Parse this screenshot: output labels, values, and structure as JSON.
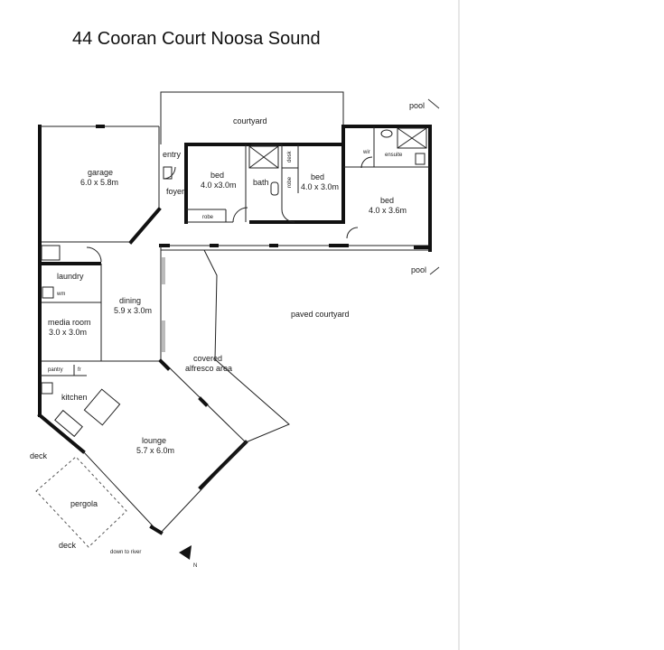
{
  "title": "44 Cooran Court  Noosa Sound",
  "compass": "N",
  "rooms": {
    "courtyard": "courtyard",
    "entry": "entry",
    "foyer": "foyer",
    "garage": {
      "name": "garage",
      "dim": "6.0 x 5.8m"
    },
    "bed1": {
      "name": "bed",
      "dim": "4.0 x3.0m"
    },
    "bed2": {
      "name": "bed",
      "dim": "4.0 x 3.0m"
    },
    "bed3": {
      "name": "bed",
      "dim": "4.0 x 3.6m"
    },
    "bath": "bath",
    "robe1": "robe",
    "robe2": "robe",
    "desk": "desk",
    "wir": "wir",
    "ensuite": "ensuite",
    "laundry": "laundry",
    "wm": "wm",
    "dining": {
      "name": "dining",
      "dim": "5.9 x 3.0m"
    },
    "media": {
      "name": "media room",
      "dim": "3.0 x 3.0m"
    },
    "pantry": "pantry",
    "fr": "fr",
    "kitchen": "kitchen",
    "alfresco_line1": "covered",
    "alfresco_line2": "alfresco area",
    "lounge": {
      "name": "lounge",
      "dim": "5.7 x 6.0m"
    },
    "paved": "paved courtyard",
    "pergola": "pergola",
    "deck1": "deck",
    "deck2": "deck",
    "pool1": "pool",
    "pool2": "pool",
    "river": "down to river"
  }
}
